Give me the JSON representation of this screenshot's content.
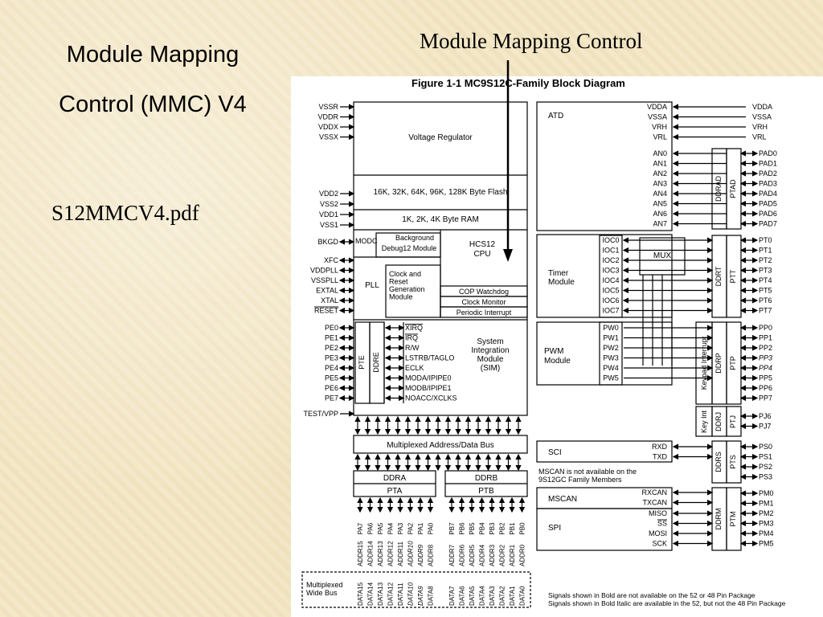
{
  "slide": {
    "title_line1": "Module Mapping",
    "title_line2": "Control (MMC) V4",
    "doc_ref": "S12MMCV4.pdf",
    "callout": "Module Mapping Control"
  },
  "figure": {
    "title": "Figure 1-1  MC9S12C-Family Block Diagram",
    "left_pins": {
      "power": [
        "VSSR",
        "VDDR",
        "VDDX",
        "VSSX"
      ],
      "supply2": [
        "VDD2",
        "VSS2",
        "VDD1",
        "VSS1"
      ],
      "bkgd": "BKGD",
      "clock": [
        "XFC",
        "VDDPLL",
        "VSSPLL",
        "EXTAL",
        "XTAL",
        "RESET"
      ],
      "porte": [
        "PE0",
        "PE1",
        "PE2",
        "PE3",
        "PE4",
        "PE5",
        "PE6",
        "PE7"
      ],
      "testvpp": "TEST/VPP"
    },
    "blocks": {
      "vreg": "Voltage Regulator",
      "flash": "16K, 32K, 64K, 96K, 128K Byte Flash",
      "ram": "1K, 2K, 4K Byte RAM",
      "modc": "MODC",
      "bdm1": "Background",
      "bdm2": "Debug12 Module",
      "cpu1": "HCS12",
      "cpu2": "CPU",
      "pll": "PLL",
      "crg": [
        "Clock and",
        "Reset",
        "Generation",
        "Module"
      ],
      "cop": "COP Watchdog",
      "clkmon": "Clock Monitor",
      "pit": "Periodic Interrupt",
      "sim_signals": [
        "XIRQ",
        "IRQ",
        "R/W",
        "LSTRB/TAGLO",
        "ECLK",
        "MODA/IPIPE0",
        "MODB/IPIPE1",
        "NOACC/XCLKS"
      ],
      "sim": [
        "System",
        "Integration",
        "Module",
        "(SIM)"
      ],
      "pte": "PTE",
      "ddre": "DDRE",
      "bus": "Multiplexed Address/Data Bus",
      "ddra": "DDRA",
      "ddrb": "DDRB",
      "pta": "PTA",
      "ptb": "PTB",
      "atd": "ATD",
      "atd_ref": [
        "VDDA",
        "VSSA",
        "VRH",
        "VRL"
      ],
      "an": [
        "AN0",
        "AN1",
        "AN2",
        "AN3",
        "AN4",
        "AN5",
        "AN6",
        "AN7"
      ],
      "ddrad": "DDRAD",
      "ptad": "PTAD",
      "timer": [
        "Timer",
        "Module"
      ],
      "ioc": [
        "IOC0",
        "IOC1",
        "IOC2",
        "IOC3",
        "IOC4",
        "IOC5",
        "IOC6",
        "IOC7"
      ],
      "mux": "MUX",
      "ddrt": "DDRT",
      "ptt": "PTT",
      "pwm": [
        "PWM",
        "Module"
      ],
      "pw": [
        "PW0",
        "PW1",
        "PW2",
        "PW3",
        "PW4",
        "PW5"
      ],
      "keypad": "Keypad Interrupt",
      "ddrp": "DDRP",
      "ptp": "PTP",
      "keyint": "Key Int",
      "ddrj": "DDRJ",
      "ptj": "PTJ",
      "sci": "SCI",
      "sci_sig": [
        "RXD",
        "TXD"
      ],
      "ddrs": "DDRS",
      "pts": "PTS",
      "mscan_note": [
        "MSCAN is not available on the",
        "9S12GC Family Members"
      ],
      "mscan": "MSCAN",
      "mscan_sig": [
        "RXCAN",
        "TXCAN"
      ],
      "spi": "SPI",
      "spi_sig": [
        "MISO",
        "SS",
        "MOSI",
        "SCK"
      ],
      "ddrm": "DDRM",
      "ptm": "PTM"
    },
    "right_pins": {
      "atd_ref": [
        "VDDA",
        "VSSA",
        "VRH",
        "VRL"
      ],
      "pad": [
        "PAD0",
        "PAD1",
        "PAD2",
        "PAD3",
        "PAD4",
        "PAD5",
        "PAD6",
        "PAD7"
      ],
      "pt": [
        "PT0",
        "PT1",
        "PT2",
        "PT3",
        "PT4",
        "PT5",
        "PT6",
        "PT7"
      ],
      "pp": [
        "PP0",
        "PP1",
        "PP2",
        "PP3",
        "PP4",
        "PP5",
        "PP6",
        "PP7"
      ],
      "pj": [
        "PJ6",
        "PJ7"
      ],
      "ps": [
        "PS0",
        "PS1",
        "PS2",
        "PS3"
      ],
      "pm": [
        "PM0",
        "PM1",
        "PM2",
        "PM3",
        "PM4",
        "PM5"
      ]
    },
    "bottom_pins": {
      "pa": [
        "PA7",
        "PA6",
        "PA5",
        "PA4",
        "PA3",
        "PA2",
        "PA1",
        "PA0"
      ],
      "pb": [
        "PB7",
        "PB6",
        "PB5",
        "PB4",
        "PB3",
        "PB2",
        "PB1",
        "PB0"
      ],
      "addr_a": [
        "ADDR15",
        "ADDR14",
        "ADDR13",
        "ADDR12",
        "ADDR11",
        "ADDR10",
        "ADDR9",
        "ADDR8"
      ],
      "addr_b": [
        "ADDR7",
        "ADDR6",
        "ADDR5",
        "ADDR4",
        "ADDR3",
        "ADDR2",
        "ADDR1",
        "ADDR0"
      ],
      "data_a": [
        "DATA15",
        "DATA14",
        "DATA13",
        "DATA12",
        "DATA11",
        "DATA10",
        "DATA9",
        "DATA8"
      ],
      "data_b": [
        "DATA7",
        "DATA6",
        "DATA5",
        "DATA4",
        "DATA3",
        "DATA2",
        "DATA1",
        "DATA0"
      ],
      "mux_label": [
        "Multiplexed",
        "Wide Bus"
      ]
    },
    "footnote": [
      "Signals shown in Bold are not available on the 52 or 48 Pin Package",
      "Signals shown in Bold Italic are available in the 52, but not the 48 Pin Package"
    ]
  }
}
